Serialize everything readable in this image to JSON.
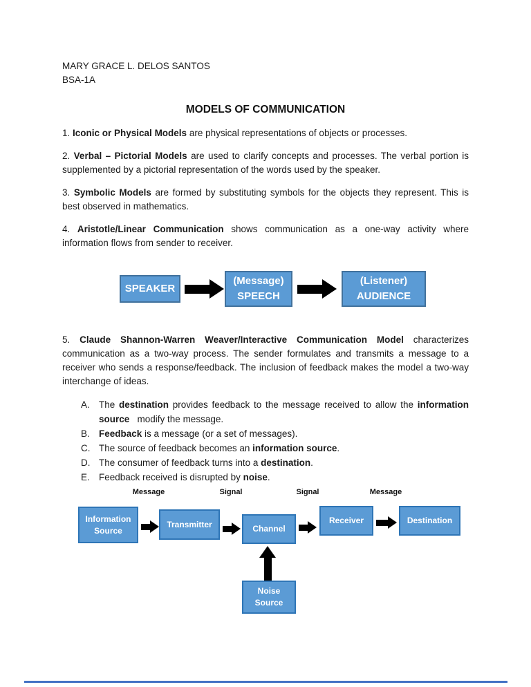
{
  "page": {
    "header": {
      "name": "MARY GRACE L. DELOS SANTOS",
      "class": "BSA-1A"
    },
    "title": "MODELS OF COMMUNICATION",
    "paragraphs": [
      {
        "segments": [
          {
            "t": "1. "
          },
          {
            "t": "Iconic or Physical Models",
            "b": true
          },
          {
            "t": " are physical representations of objects or processes."
          }
        ]
      },
      {
        "segments": [
          {
            "t": "2. "
          },
          {
            "t": "Verbal – Pictorial Models",
            "b": true
          },
          {
            "t": " are used to clarify concepts and processes. The verbal portion is supplemented by a pictorial representation of the words used by the speaker."
          }
        ]
      },
      {
        "segments": [
          {
            "t": "3. "
          },
          {
            "t": "Symbolic Models",
            "b": true
          },
          {
            "t": " are formed by substituting symbols for the objects they represent. This is best observed in mathematics."
          }
        ]
      },
      {
        "segments": [
          {
            "t": "4. "
          },
          {
            "t": "Aristotle/Linear Communication",
            "b": true
          },
          {
            "t": " shows communication as a one-way activity where information flows from sender to receiver."
          }
        ]
      },
      {
        "segments": [
          {
            "t": "5. "
          },
          {
            "t": "Claude Shannon-Warren Weaver/Interactive Communication Model",
            "b": true
          },
          {
            "t": " characterizes communication as a two-way process. The sender formulates and transmits a message to a receiver who sends a response/feedback. The inclusion of feedback makes the model a two-way interchange of ideas."
          }
        ]
      }
    ],
    "list": [
      {
        "label": "A.",
        "segments": [
          {
            "t": "The "
          },
          {
            "t": "destination",
            "b": true
          },
          {
            "t": " provides feedback to the message received to allow the "
          },
          {
            "t": "information source",
            "b": true
          },
          {
            "t": "   modify the message."
          }
        ]
      },
      {
        "label": "B.",
        "segments": [
          {
            "t": "Feedback",
            "b": true
          },
          {
            "t": " is a message (or a set of messages)."
          }
        ]
      },
      {
        "label": "C.",
        "segments": [
          {
            "t": "The source of feedback becomes an "
          },
          {
            "t": "information source",
            "b": true
          },
          {
            "t": "."
          }
        ]
      },
      {
        "label": "D.",
        "segments": [
          {
            "t": "The consumer of feedback turns into a "
          },
          {
            "t": "destination",
            "b": true
          },
          {
            "t": "."
          }
        ]
      },
      {
        "label": "E.",
        "segments": [
          {
            "t": "Feedback received is disrupted by "
          },
          {
            "t": "noise",
            "b": true
          },
          {
            "t": "."
          }
        ]
      }
    ]
  },
  "diagram1": {
    "boxes": [
      {
        "lines": [
          "SPEAKER"
        ]
      },
      {
        "lines": [
          "(Message)",
          "SPEECH"
        ]
      },
      {
        "lines": [
          "(Listener)",
          "AUDIENCE"
        ]
      }
    ]
  },
  "diagram2": {
    "labels": [
      "Message",
      "Signal",
      "Signal",
      "Message"
    ],
    "boxes": [
      {
        "lines": [
          "Information",
          "Source"
        ]
      },
      {
        "lines": [
          "Transmitter"
        ]
      },
      {
        "lines": [
          "Channel"
        ]
      },
      {
        "lines": [
          "Receiver"
        ]
      },
      {
        "lines": [
          "Destination"
        ]
      }
    ],
    "noise_box": {
      "lines": [
        "Noise",
        "Source"
      ]
    }
  },
  "colors": {
    "box_fill": "#5B9BD5",
    "box_border_diagram1": "#41719C",
    "box_border_diagram2": "#2E75B6",
    "box_text": "#FFFFFF",
    "arrow": "#000000",
    "footer_rule": "#4472C4"
  }
}
